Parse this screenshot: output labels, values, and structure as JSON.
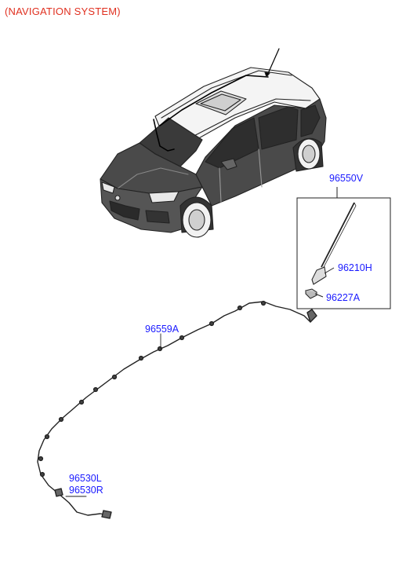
{
  "title": "(NAVIGATION SYSTEM)",
  "colors": {
    "title": "#e03020",
    "part_number": "#1a1aff",
    "line": "#222222"
  },
  "parts": [
    {
      "id": "96550V"
    },
    {
      "id": "96210H"
    },
    {
      "id": "96227A"
    },
    {
      "id": "96559A"
    },
    {
      "id": "96530L"
    },
    {
      "id": "96530R"
    }
  ]
}
